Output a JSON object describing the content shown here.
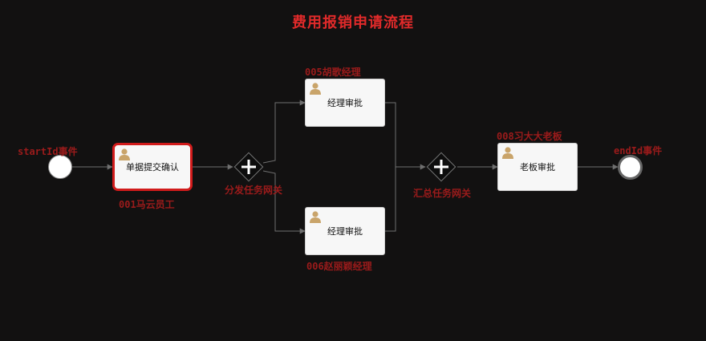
{
  "title": "费用报销申请流程",
  "events": {
    "start": {
      "label": "startId事件"
    },
    "end": {
      "label": "endId事件"
    }
  },
  "tasks": {
    "submit": {
      "name": "单据提交确认",
      "assignee": "001马云员工",
      "icon": "user-icon"
    },
    "manager_a": {
      "name": "经理审批",
      "assignee": "005胡歌经理",
      "icon": "user-icon"
    },
    "manager_b": {
      "name": "经理审批",
      "assignee": "006赵丽颖经理",
      "icon": "user-icon"
    },
    "boss": {
      "name": "老板审批",
      "assignee": "008习大大老板",
      "icon": "user-icon"
    }
  },
  "gateways": {
    "fork": {
      "label": "分发任务网关",
      "type": "parallel"
    },
    "join": {
      "label": "汇总任务网关",
      "type": "parallel"
    }
  },
  "colors": {
    "background": "#121111",
    "title": "#e02a2a",
    "label": "#9b1b1b",
    "active_border": "#d11b1b",
    "connector": "#6f6f6f",
    "user_icon": "#c9a46a"
  }
}
